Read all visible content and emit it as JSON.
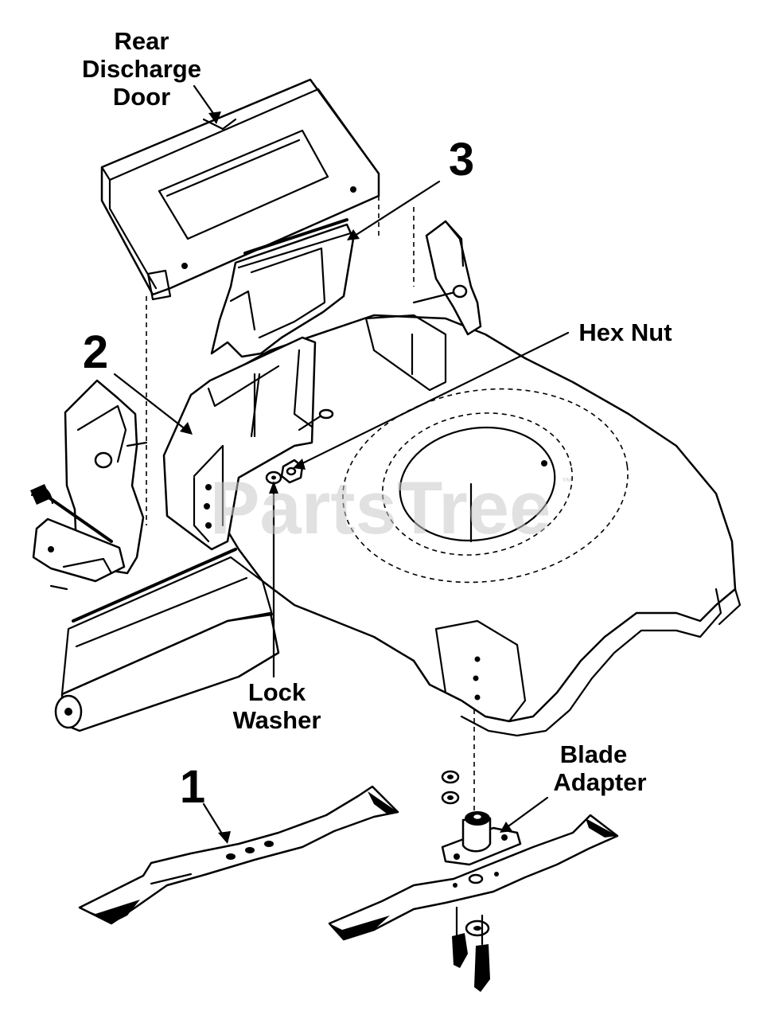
{
  "diagram": {
    "labels": {
      "rear_discharge_door": [
        "Rear",
        "Discharge",
        "Door"
      ],
      "hex_nut": "Hex Nut",
      "lock_washer": [
        "Lock",
        "Washer"
      ],
      "blade_adapter": [
        "Blade",
        "Adapter"
      ]
    },
    "callouts": {
      "one": "1",
      "two": "2",
      "three": "3"
    },
    "watermark": "PartsTree",
    "colors": {
      "ink": "#000000",
      "paper": "#ffffff",
      "watermark": "#c8c8c8"
    }
  }
}
